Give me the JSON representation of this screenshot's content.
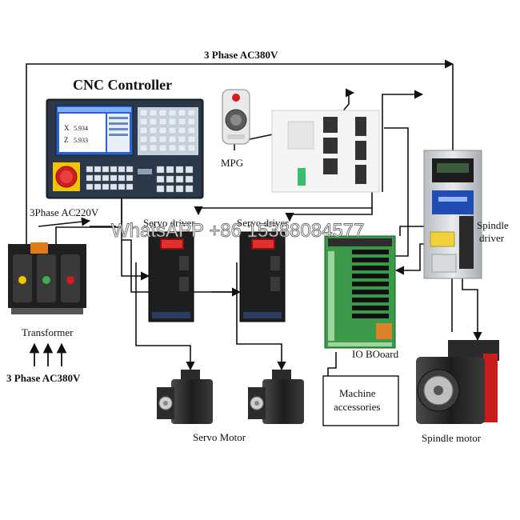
{
  "labels": {
    "top_power": "3 Phase AC380V",
    "controller_title": "CNC Controller",
    "mpg": "MPG",
    "ac220": "3Phase AC220V",
    "servo_driver_1": "Servo driver",
    "servo_driver_2": "Servo driver",
    "watermark": "WhatsAPP +86 15388084577",
    "spindle_driver_line1": "Spindle",
    "spindle_driver_line2": "driver",
    "transformer": "Transformer",
    "bottom_power": "3 Phase AC380V",
    "io_board": "IO BOoard",
    "machine_acc_line1": "Machine",
    "machine_acc_line2": "accessories",
    "servo_motor": "Servo Motor",
    "spindle_motor": "Spindle motor"
  },
  "controller_screen": {
    "x_label": "X",
    "x_value": "5.934",
    "z_label": "Z",
    "z_value": "5.933"
  },
  "colors": {
    "line": "#111111",
    "controller_body": "#1f2a36",
    "screen_blue": "#2b63c9",
    "estop_red": "#d41c1c",
    "estop_yellow": "#f2c500",
    "pcb_green": "#3a9a4a",
    "transformer_orange": "#e07a1a",
    "spindle_red": "#c81d1d"
  },
  "icons": [
    "arrow-up-icon",
    "emergency-stop-icon",
    "terminal-block-icon"
  ]
}
